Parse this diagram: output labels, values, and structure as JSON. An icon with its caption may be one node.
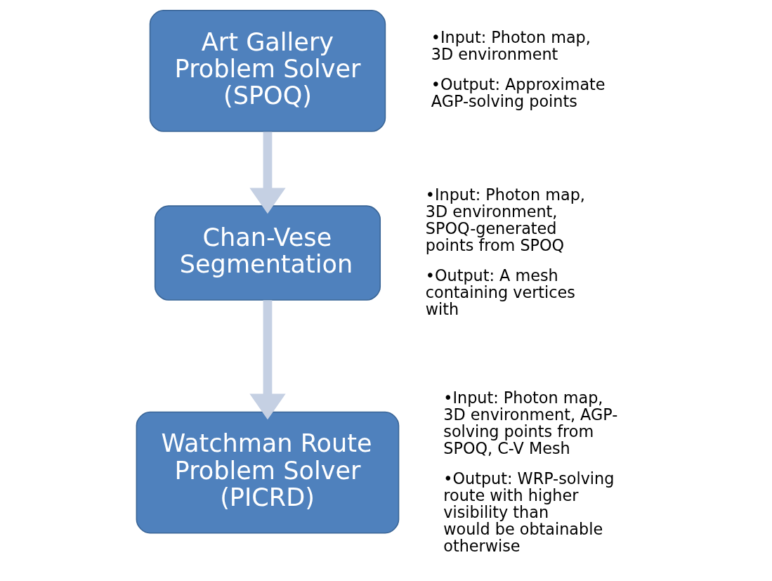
{
  "diagram": {
    "nodes": [
      {
        "text": [
          "Art Gallery Problem Solver (SPOQ)"
        ],
        "beside": [
          "•Input: Photon map, 3D environment",
          "•Output: Approximate AGP-solving points"
        ]
      },
      {
        "text": [
          "Chan-Vese Segmentation"
        ],
        "beside": [
          "•Input: Photon map, 3D environment, SPOQ-generated points from SPOQ",
          "•Output: A mesh containing vertices with"
        ]
      },
      {
        "text": [
          "Watchman Route Problem Solver (PICRD)"
        ],
        "beside": [
          "•Input: Photon map, 3D environment, AGP-solving points from SPOQ, C-V Mesh",
          "•Output: WRP-solving route with higher visibility than would be obtainable otherwise"
        ]
      }
    ],
    "edges": [
      {
        "from": 0,
        "to": 1,
        "arrow": "to"
      },
      {
        "from": 1,
        "to": 2,
        "arrow": "to"
      }
    ]
  }
}
